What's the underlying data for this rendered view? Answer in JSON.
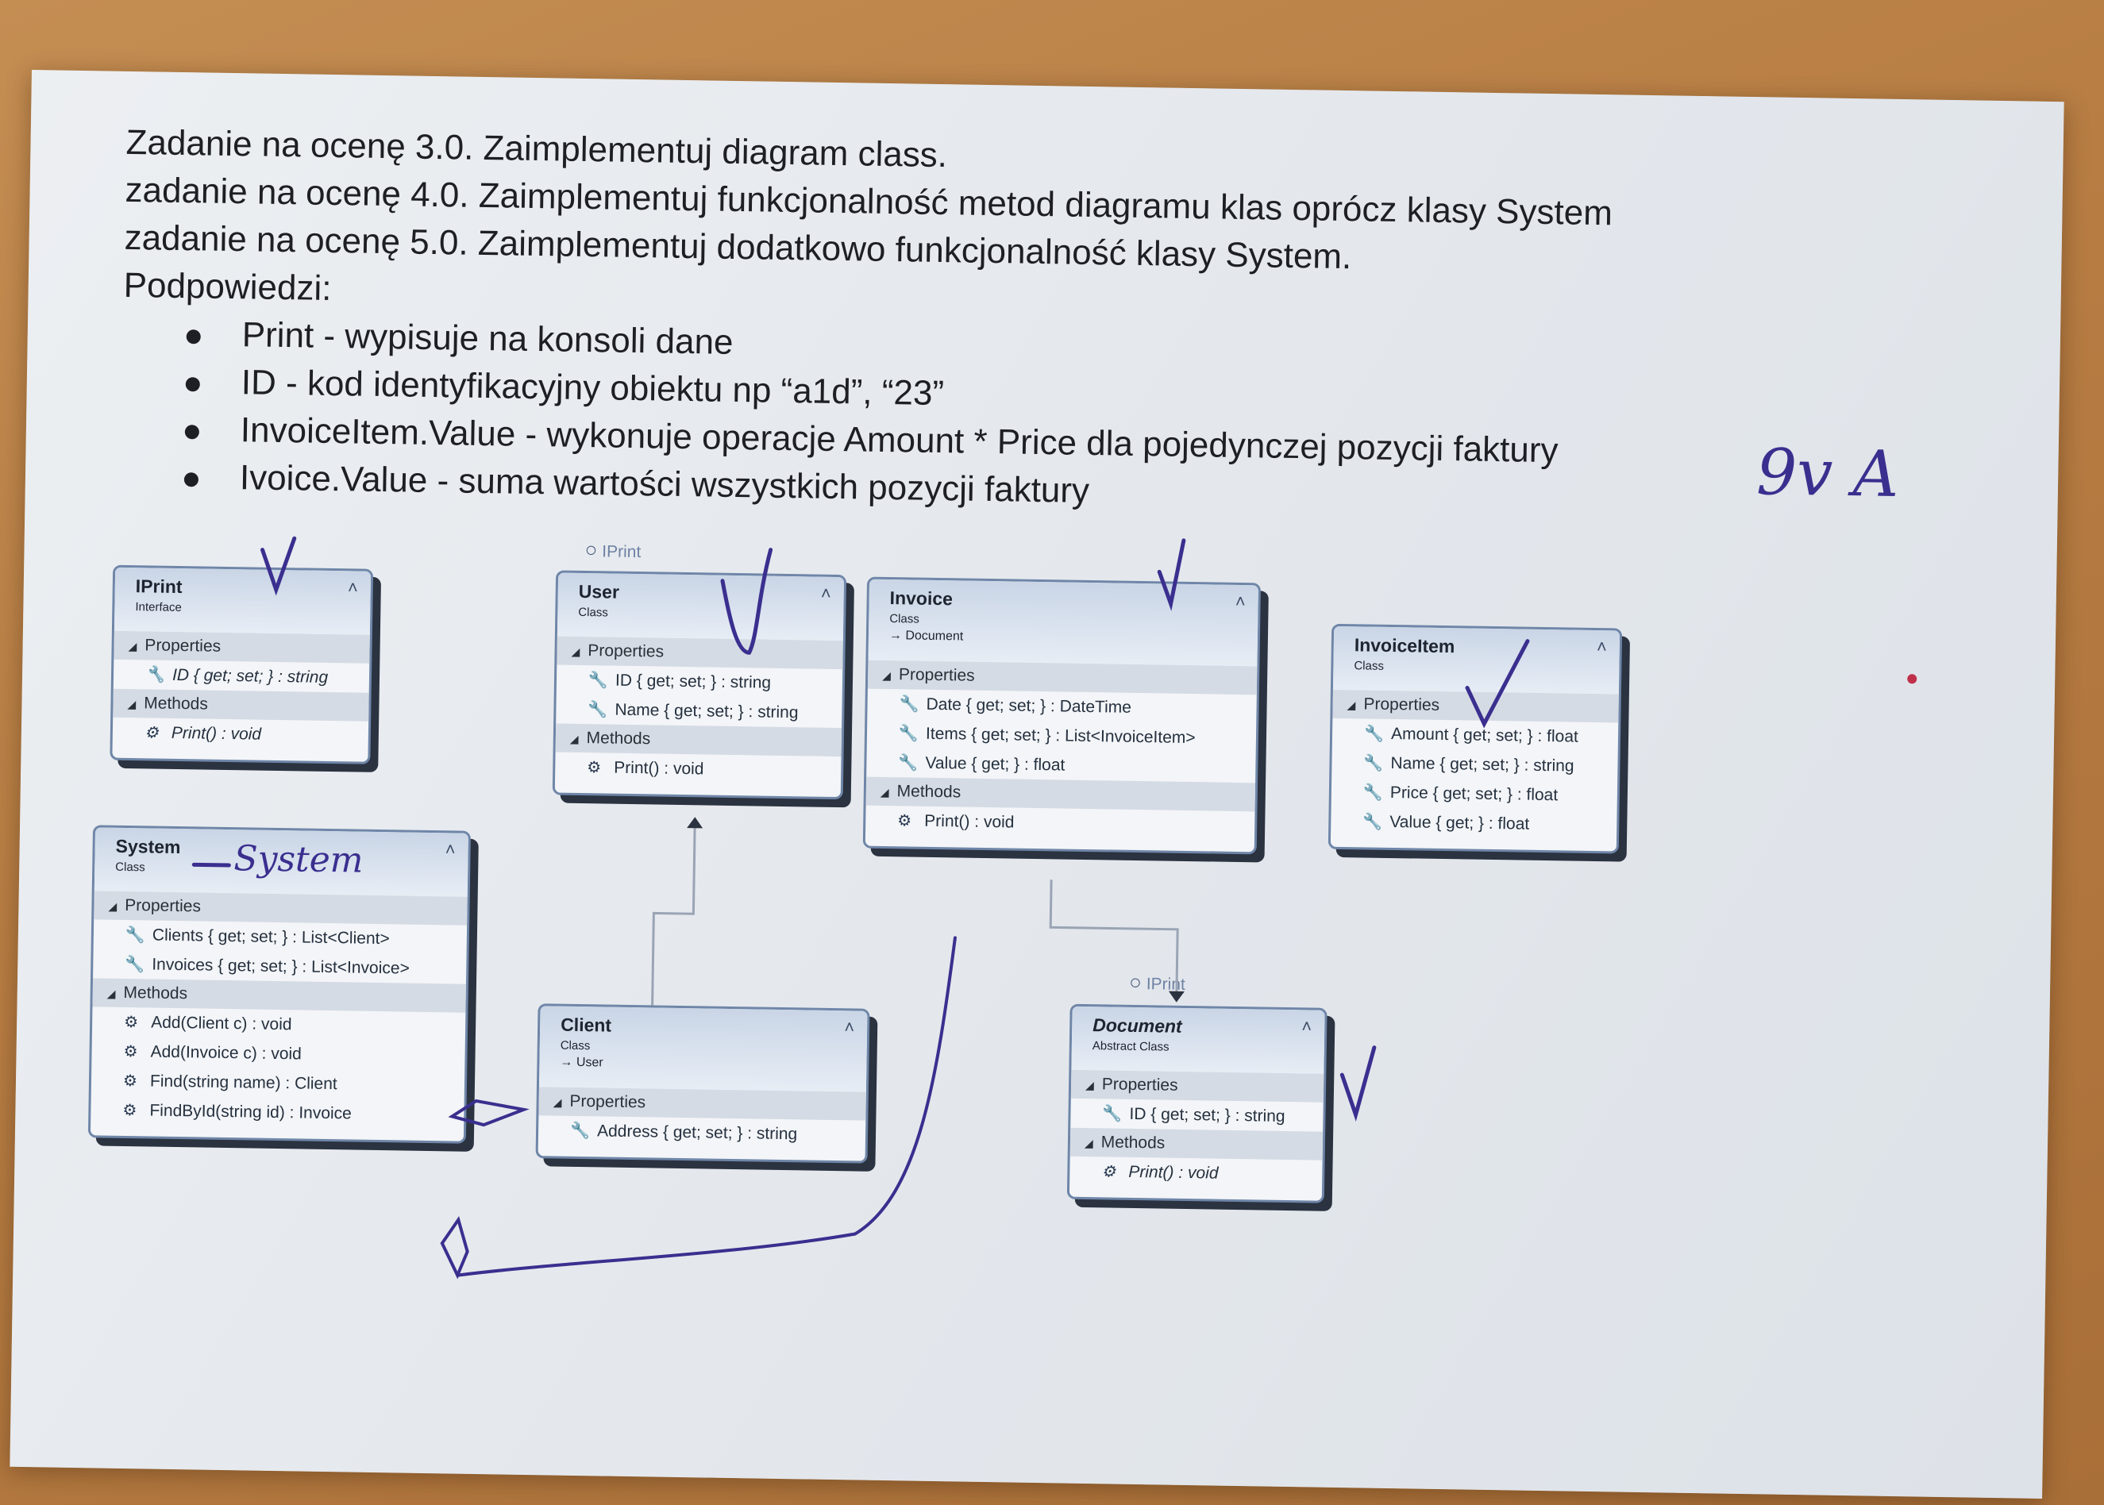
{
  "document": {
    "lines": [
      "Zadanie na ocenę 3.0. Zaimplementuj diagram class.",
      "zadanie na ocenę 4.0. Zaimplementuj funkcjonalność metod diagramu klas oprócz klasy System",
      "zadanie na ocenę 5.0. Zaimplementuj dodatkowo funkcjonalność klasy System.",
      "Podpowiedzi:"
    ],
    "bullets": [
      "Print - wypisuje na konsoli dane",
      "ID - kod identyfikacyjny obiektu np “a1d”, “23”",
      "InvoiceItem.Value - wykonuje operacje Amount * Price dla pojedynczej pozycji faktury",
      "Ivoice.Value - suma wartości wszystkich pozycji faktury"
    ]
  },
  "labels": {
    "properties": "Properties",
    "methods": "Methods"
  },
  "icons": {
    "property": "wrench-icon",
    "method": "method-gear-icon",
    "collapse": "double-chevron-up-icon",
    "interface": "lollipop-interface-icon"
  },
  "classes": {
    "iprint": {
      "name": "IPrint",
      "stereotype": "Interface",
      "properties": [
        "ID { get; set; } : string"
      ],
      "methods": [
        "Print() : void"
      ]
    },
    "user": {
      "interface": "IPrint",
      "name": "User",
      "stereotype": "Class",
      "properties": [
        "ID { get; set; } : string",
        "Name { get; set; } : string"
      ],
      "methods": [
        "Print() : void"
      ]
    },
    "invoice": {
      "name": "Invoice",
      "stereotype": "Class",
      "base": "→ Document",
      "properties": [
        "Date { get; set; } : DateTime",
        "Items { get; set; } : List<InvoiceItem>",
        "Value { get; } : float"
      ],
      "methods": [
        "Print() : void"
      ]
    },
    "invoiceitem": {
      "name": "InvoiceItem",
      "stereotype": "Class",
      "properties": [
        "Amount { get; set; } : float",
        "Name { get; set; } : string",
        "Price { get; set; } : float",
        "Value { get; } : float"
      ]
    },
    "system": {
      "name": "System",
      "stereotype": "Class",
      "properties": [
        "Clients { get; set; } : List<Client>",
        "Invoices { get; set; } : List<Invoice>"
      ],
      "methods": [
        "Add(Client c) : void",
        "Add(Invoice c) : void",
        "Find(string name) : Client",
        "FindById(string id) : Invoice"
      ]
    },
    "client": {
      "name": "Client",
      "stereotype": "Class",
      "base": "→ User",
      "properties": [
        "Address { get; set; } : string"
      ]
    },
    "document": {
      "interface": "IPrint",
      "name": "Document",
      "stereotype": "Abstract Class",
      "properties": [
        "ID { get; set; } : string"
      ],
      "methods": [
        "Print() : void"
      ]
    }
  },
  "handwriting": {
    "grade": "9v A",
    "system_note": "System",
    "ink_color": "#3a2f8f"
  }
}
